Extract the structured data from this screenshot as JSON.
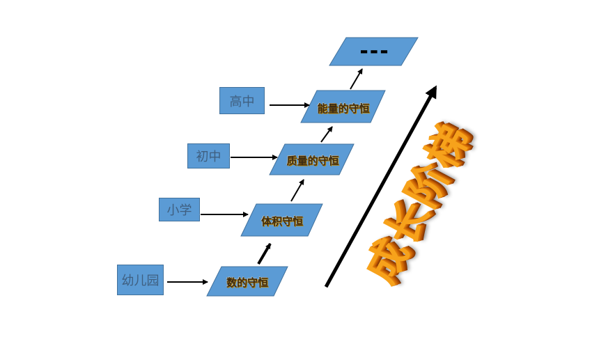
{
  "stages": [
    {
      "level": "幼儿园",
      "concept": "数的守恒"
    },
    {
      "level": "小学",
      "concept": "体积守恒"
    },
    {
      "level": "初中",
      "concept": "质量的守恒"
    },
    {
      "level": "高中",
      "concept": "能量的守恒"
    }
  ],
  "continuation": "---",
  "growth_label": "成长阶梯",
  "colors": {
    "box_fill": "#5b9bd5",
    "box_border": "#41719c",
    "arrow": "#000000",
    "title_fill": "#f7a21b"
  }
}
